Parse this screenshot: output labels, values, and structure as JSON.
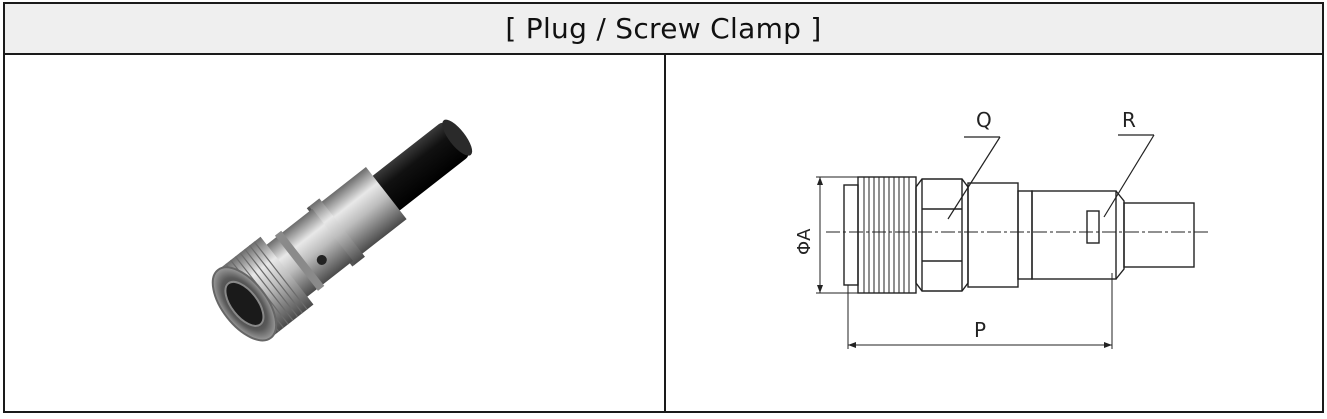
{
  "title": "[ Plug / Screw Clamp ]",
  "drawing": {
    "label_q": "Q",
    "label_r": "R",
    "label_p": "P",
    "label_a": "ΦA"
  }
}
